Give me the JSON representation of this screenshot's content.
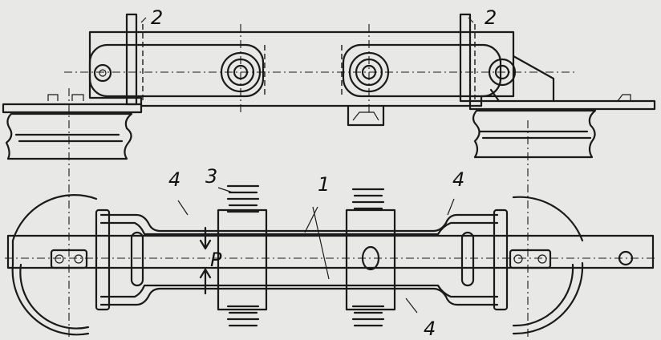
{
  "figure": {
    "background": "#e8e8e6",
    "ink": "#1a1a1a",
    "labels": {
      "part_1": "1",
      "part_2_left": "2",
      "part_2_right": "2",
      "part_3": "3",
      "part_4_upper_left": "4",
      "part_4_upper_right": "4",
      "part_4_lower": "4",
      "force": "P"
    }
  }
}
